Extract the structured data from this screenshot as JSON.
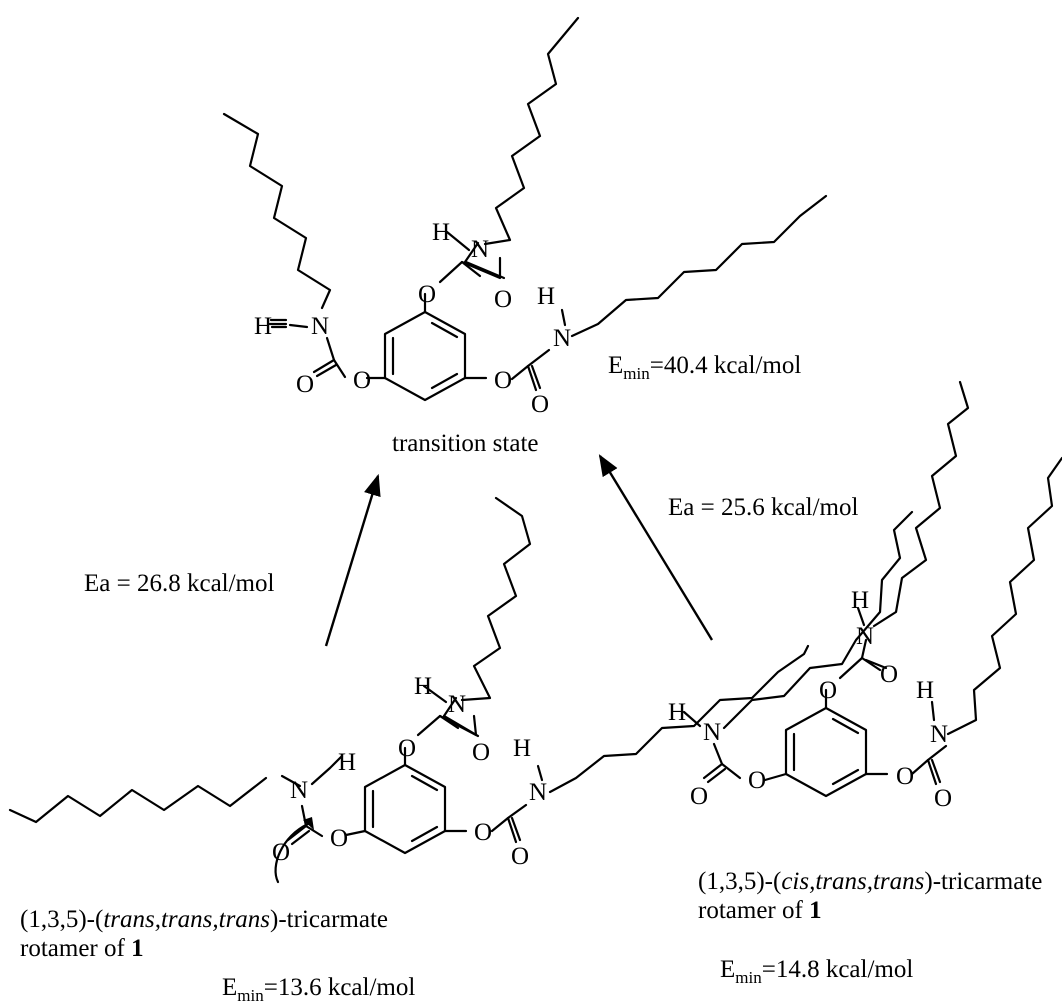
{
  "diagram": {
    "transition_state": {
      "caption": "transition state",
      "energy_prefix": "E",
      "energy_sub": "min",
      "energy_value": "=40.4 kcal/mol"
    },
    "left_arrow": {
      "label": "Ea = 26.8 kcal/mol"
    },
    "right_arrow": {
      "label": "Ea = 25.6 kcal/mol"
    },
    "ttt_rotamer": {
      "prefix": "(1,3,5)-(",
      "italic": "trans,trans,trans",
      "suffix": ")-tricarmate",
      "line2": "rotamer of ",
      "bold": "1",
      "energy_prefix": "E",
      "energy_sub": "min",
      "energy_value": "=13.6 kcal/mol"
    },
    "ctt_rotamer": {
      "prefix": "(1,3,5)-(",
      "italic": "cis,trans,trans",
      "suffix": ")-tricarmate",
      "line2": "rotamer of ",
      "bold": "1",
      "energy_prefix": "E",
      "energy_sub": "min",
      "energy_value": "=14.8 kcal/mol"
    },
    "atoms": {
      "N": "N",
      "O": "O",
      "H": "H"
    }
  }
}
